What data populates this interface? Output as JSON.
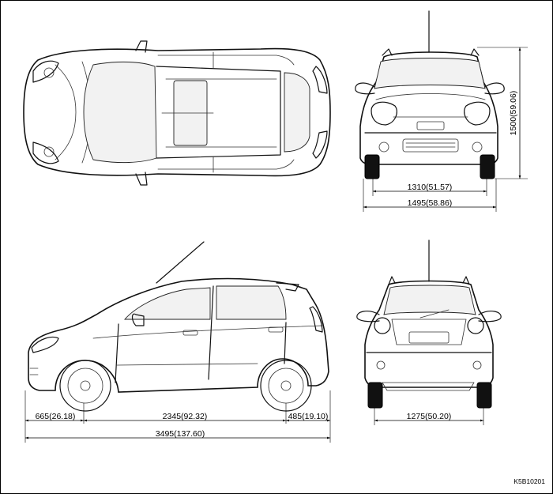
{
  "dimensions": {
    "rear_track": "1310(51.57)",
    "front_width": "1495(58.86)",
    "height": "1500(59.06)",
    "front_overhang": "665(26.18)",
    "wheelbase": "2345(92.32)",
    "rear_overhang": "485(19.10)",
    "overall_length": "3495(137.60)",
    "rear_view_track": "1275(50.20)"
  },
  "figure_code": "K5B10201"
}
